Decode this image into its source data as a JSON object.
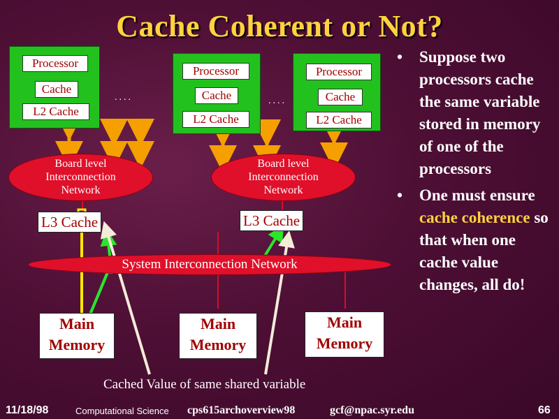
{
  "title": "Cache Coherent or Not?",
  "labels": {
    "processor": "Processor",
    "cache": "Cache",
    "l2_cache": "L2 Cache",
    "dots": "....",
    "board_network": [
      "Board level",
      "Interconnection",
      "Network"
    ],
    "l3_cache": "L3 Cache",
    "system_network": "System Interconnection Network",
    "main_memory": [
      "Main",
      "Memory"
    ],
    "caption": "Cached Value of same shared variable"
  },
  "bullets": {
    "b1": "Suppose two processors cache the same variable stored in memory of one of the processors",
    "b2_pre": "One must ensure ",
    "b2_hl": "cache coherence",
    "b2_post": " so that when one cache value changes, all do!"
  },
  "footer": {
    "date": "11/18/98",
    "dept": "Computational Science",
    "file": "cps615archoverview98",
    "email": "gcf@npac.syr.edu",
    "page": "66"
  },
  "colors": {
    "accent": "#ffd23f",
    "green": "#22c11e",
    "network": "#e0102a",
    "box_text": "#a00000"
  }
}
